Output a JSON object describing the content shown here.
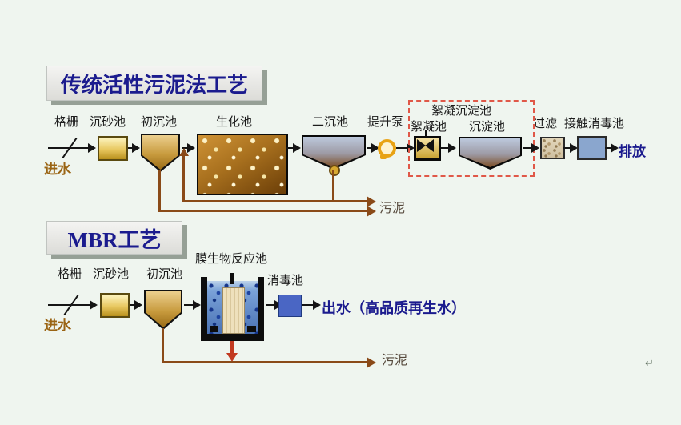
{
  "p1": {
    "title": "传统活性污泥法工艺",
    "influent": "进水",
    "grid": "格栅",
    "grit": "沉砂池",
    "primary": "初沉池",
    "bio": "生化池",
    "secondary": "二沉池",
    "pump": "提升泵",
    "floc_group": "絮凝沉淀池",
    "floc": "絮凝池",
    "sed": "沉淀池",
    "filter": "过滤",
    "contact": "接触消毒池",
    "discharge": "排放",
    "sludge": "污泥"
  },
  "p2": {
    "title": "MBR工艺",
    "influent": "进水",
    "grid": "格栅",
    "grit": "沉砂池",
    "primary": "初沉池",
    "mbr": "膜生物反应池",
    "disinfect": "消毒池",
    "effluent": "出水（高品质再生水）",
    "sludge": "污泥"
  },
  "misc": {
    "return_mark": "↵"
  },
  "colors": {
    "background": "#eff5ef",
    "title_text": "#1b1b8e",
    "flow_line": "#151515",
    "sludge_line": "#8a4a18",
    "red_arrow": "#c23a20",
    "dashed_box": "#e05848",
    "influent_text": "#9a6414"
  }
}
